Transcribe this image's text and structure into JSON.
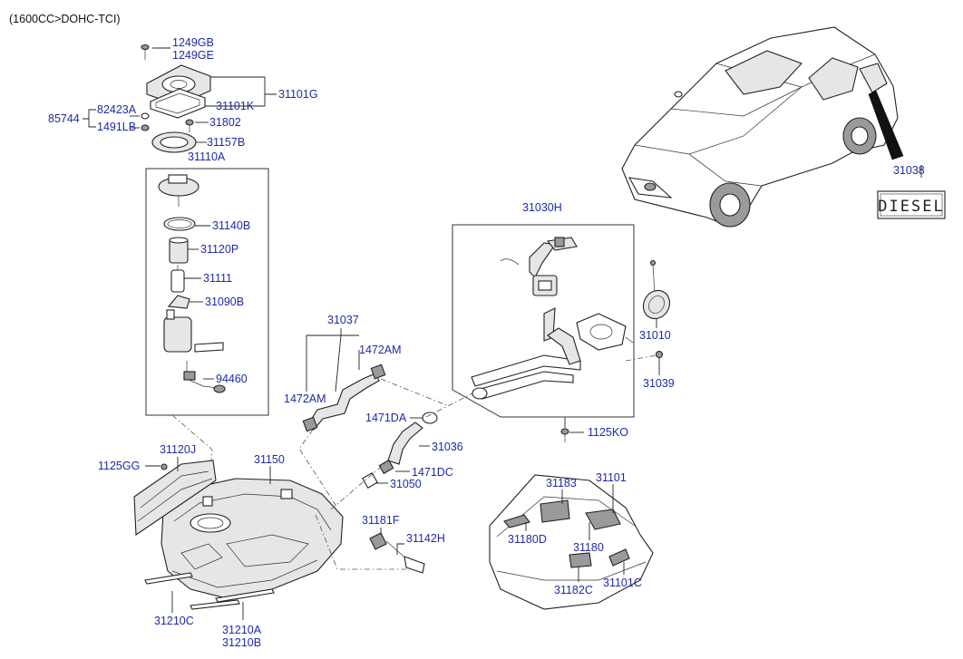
{
  "header": {
    "engine_spec": "(1600CC>DOHC-TCI)"
  },
  "badge": {
    "text": "DIESEL"
  },
  "labels": {
    "p1249GB": "1249GB",
    "p1249GE": "1249GE",
    "p31101G": "31101G",
    "p31101K": "31101K",
    "p82423A": "82423A",
    "p85744": "85744",
    "p1491LB": "1491LB",
    "p31802": "31802",
    "p31157B": "31157B",
    "p31110A": "31110A",
    "p31140B": "31140B",
    "p31120P": "31120P",
    "p31111": "31111",
    "p31090B": "31090B",
    "p94460": "94460",
    "p31037": "31037",
    "p1472AM_a": "1472AM",
    "p1472AM_b": "1472AM",
    "p1471DA": "1471DA",
    "p31036": "31036",
    "p1471DC": "1471DC",
    "p31050": "31050",
    "p31181F": "31181F",
    "p31142H": "31142H",
    "p31030H": "31030H",
    "p31010": "31010",
    "p31039": "31039",
    "p1125KO": "1125KO",
    "p31038": "31038",
    "p1125GG": "1125GG",
    "p31120J": "31120J",
    "p31150": "31150",
    "p31210C": "31210C",
    "p31210A": "31210A",
    "p31210B": "31210B",
    "p31183": "31183",
    "p31101": "31101",
    "p31180D": "31180D",
    "p31180": "31180",
    "p31182C": "31182C",
    "p31101C": "31101C"
  }
}
